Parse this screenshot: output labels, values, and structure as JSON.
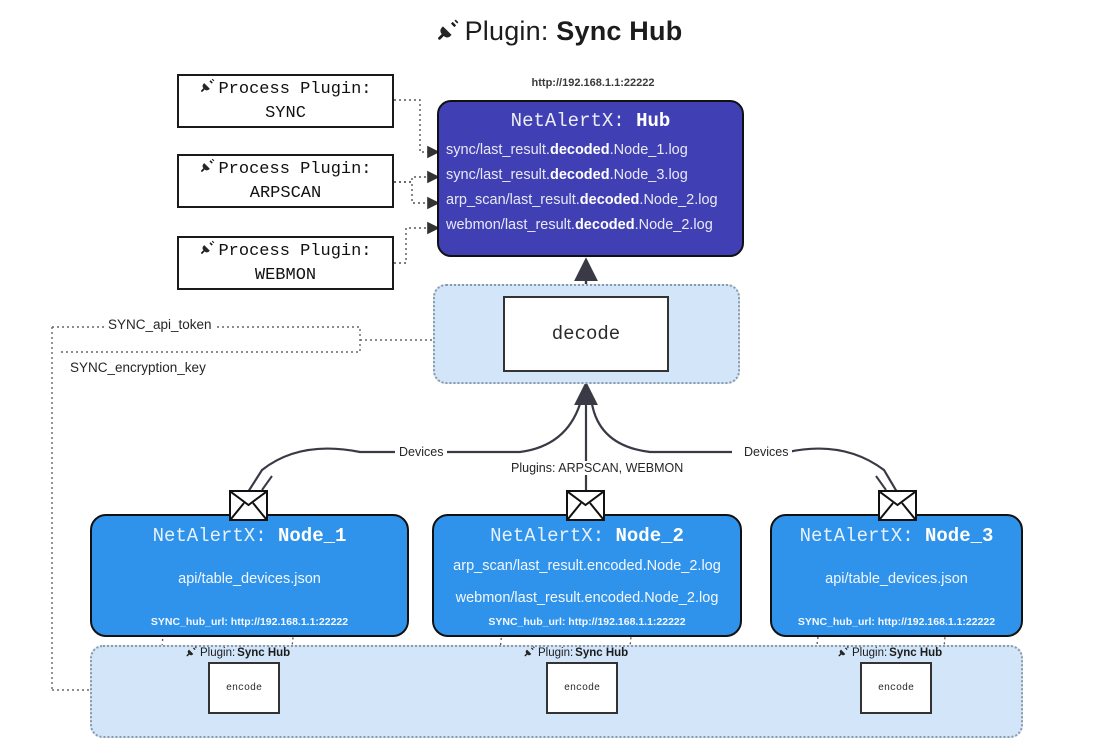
{
  "title": {
    "icon": "plug-icon",
    "prefix": "Plugin: ",
    "name": "Sync Hub"
  },
  "process_plugins": [
    {
      "icon": "plug-icon",
      "line1": "Process Plugin:",
      "line2": "SYNC"
    },
    {
      "icon": "plug-icon",
      "line1": "Process Plugin:",
      "line2": "ARPSCAN"
    },
    {
      "icon": "plug-icon",
      "line1": "Process Plugin:",
      "line2": "WEBMON"
    }
  ],
  "hub": {
    "url": "http://192.168.1.1:22222",
    "title_prefix": "NetAlertX: ",
    "title_name": "Hub",
    "logs": [
      {
        "pre": "sync/last_result.",
        "em": "decoded",
        "post": ".Node_1.log"
      },
      {
        "pre": "sync/last_result.",
        "em": "decoded",
        "post": ".Node_3.log"
      },
      {
        "pre": "arp_scan/last_result.",
        "em": "decoded",
        "post": ".Node_2.log"
      },
      {
        "pre": "webmon/last_result.",
        "em": "decoded",
        "post": ".Node_2.log"
      }
    ]
  },
  "decode": {
    "label": "decode"
  },
  "keys": [
    {
      "label": "SYNC_api_token"
    },
    {
      "label": "SYNC_encryption_key"
    }
  ],
  "edge_labels": {
    "devices_left": "Devices",
    "plugins_center": "Plugins: ARPSCAN, WEBMON",
    "devices_right": "Devices"
  },
  "nodes": [
    {
      "title_prefix": "NetAlertX: ",
      "title_name": "Node_1",
      "paths": [
        "api/table_devices.json"
      ],
      "hub_url_label": "SYNC_hub_url: http://192.168.1.1:22222",
      "envelope": "envelope-icon"
    },
    {
      "title_prefix": "NetAlertX: ",
      "title_name": "Node_2",
      "paths": [
        "arp_scan/last_result.encoded.Node_2.log",
        "webmon/last_result.encoded.Node_2.log"
      ],
      "hub_url_label": "SYNC_hub_url: http://192.168.1.1:22222",
      "envelope": "envelope-icon"
    },
    {
      "title_prefix": "NetAlertX: ",
      "title_name": "Node_3",
      "paths": [
        "api/table_devices.json"
      ],
      "hub_url_label": "SYNC_hub_url: http://192.168.1.1:22222",
      "envelope": "envelope-icon"
    }
  ],
  "encoders": [
    {
      "plugin_prefix": "Plugin: ",
      "plugin_name": "Sync Hub",
      "label": "encode",
      "icon": "plug-icon"
    },
    {
      "plugin_prefix": "Plugin: ",
      "plugin_name": "Sync Hub",
      "label": "encode",
      "icon": "plug-icon"
    },
    {
      "plugin_prefix": "Plugin: ",
      "plugin_name": "Sync Hub",
      "label": "encode",
      "icon": "plug-icon"
    }
  ],
  "colors": {
    "hub_fill": "#4040b4",
    "node_fill": "#2f93ec",
    "container_fill": "#d2e5f9",
    "stroke": "#111111",
    "dotted_stroke": "#555555"
  }
}
